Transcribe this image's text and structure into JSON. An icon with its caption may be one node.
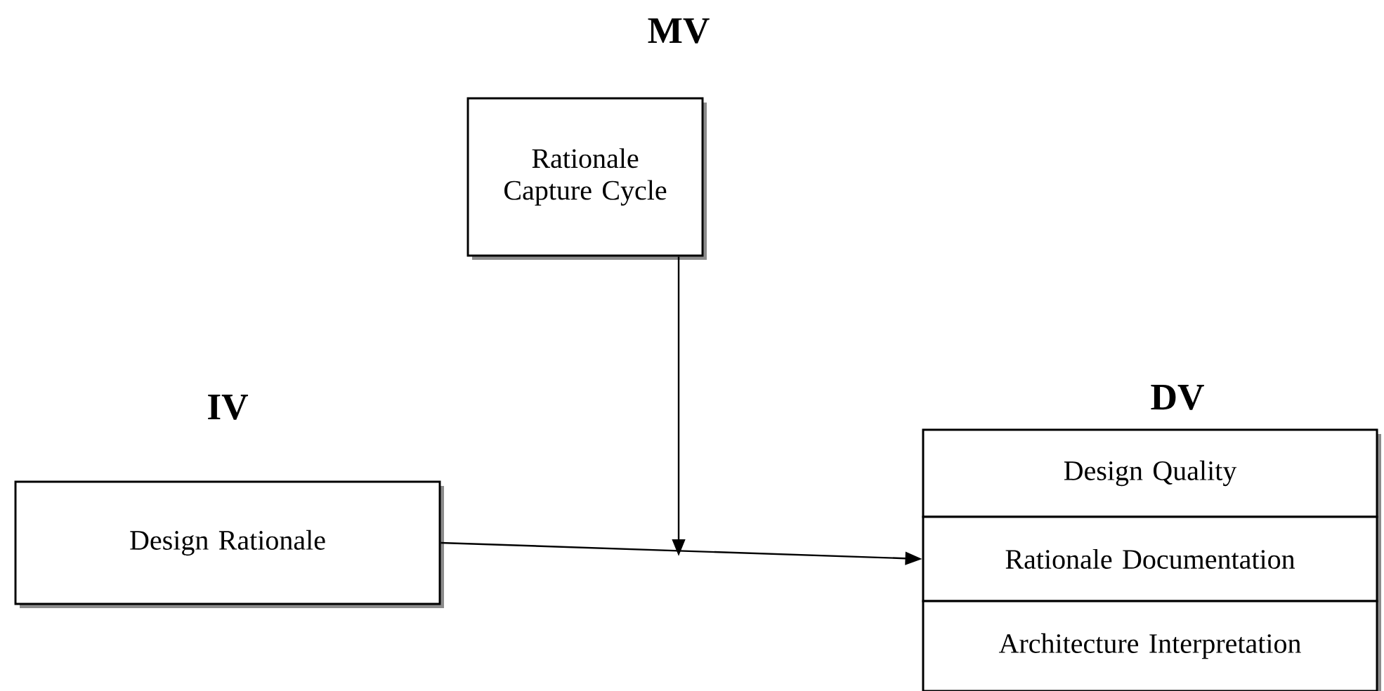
{
  "diagram": {
    "nodes": [
      {
        "text": [
          "MV",
          "Rationale Capture Cycle"
        ]
      },
      {
        "text": [
          "IV",
          "Design Rationale"
        ]
      },
      {
        "text": [
          "DV"
        ]
      },
      {
        "text": [
          "Design Quality"
        ],
        "in": 2
      },
      {
        "text": [
          "Rationale Documentation"
        ],
        "in": 2
      },
      {
        "text": [
          "Architecture Interpretation"
        ],
        "in": 2
      }
    ],
    "edges": [
      {
        "from": 0,
        "to": null,
        "arrow": "to"
      },
      {
        "from": 1,
        "to": 4,
        "arrow": "to"
      }
    ]
  }
}
